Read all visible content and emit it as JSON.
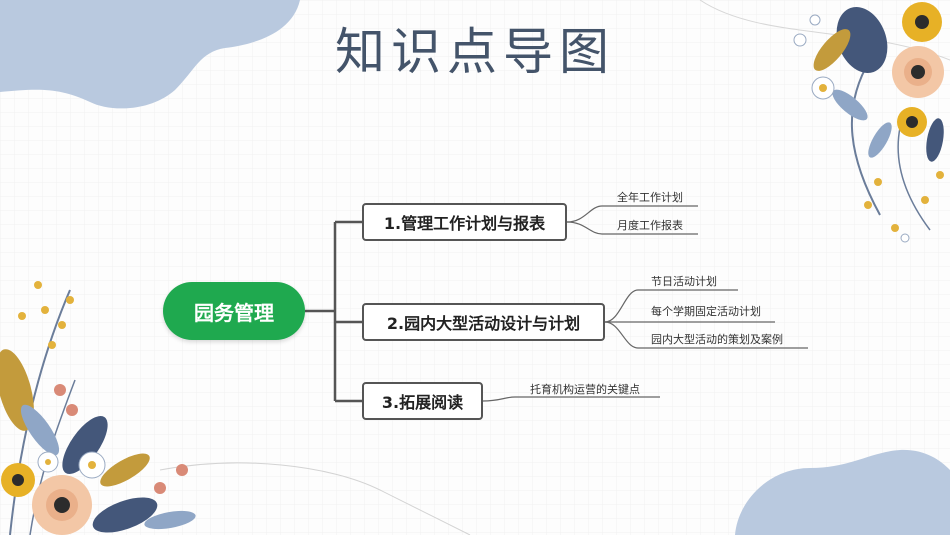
{
  "title": "知识点导图",
  "colors": {
    "title": "#44546a",
    "root_fill": "#1fa94f",
    "connector": "#555555",
    "blob": "#b9c9df"
  },
  "mindmap": {
    "root": "园务管理",
    "branches": [
      {
        "label": "1.管理工作计划与报表",
        "leaves": [
          "全年工作计划",
          "月度工作报表"
        ]
      },
      {
        "label": "2.园内大型活动设计与计划",
        "leaves": [
          "节日活动计划",
          "每个学期固定活动计划",
          "园内大型活动的策划及案例"
        ]
      },
      {
        "label": "3.拓展阅读",
        "leaves": [
          "托育机构运营的关键点"
        ]
      }
    ]
  }
}
